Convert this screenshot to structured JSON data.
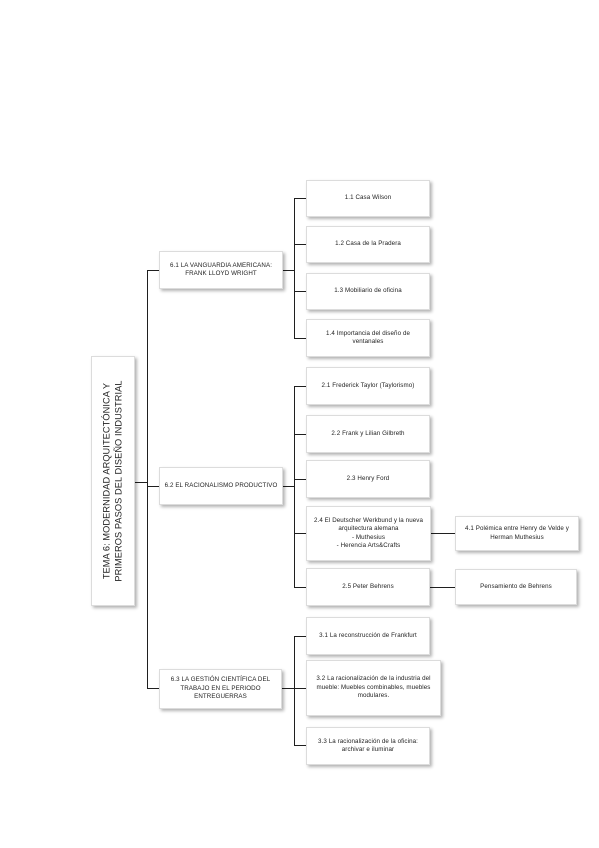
{
  "root": {
    "title": "TEMA 6: MODERNIDAD ARQUITECTÓNICA Y PRIMEROS PASOS DEL DISEÑO INDUSTRIAL"
  },
  "sections": [
    {
      "label": "6.1 LA VANGUARDIA AMERICANA: FRANK LLOYD WRIGHT",
      "items": [
        {
          "label": "1.1 Casa Wilson"
        },
        {
          "label": "1.2 Casa de la Pradera"
        },
        {
          "label": "1.3 Mobiliario de oficina"
        },
        {
          "label": "1.4 Importancia del diseño de ventanales"
        }
      ]
    },
    {
      "label": "6.2 EL RACIONALISMO PRODUCTIVO",
      "items": [
        {
          "label": "2.1 Frederick Taylor (Taylorismo)"
        },
        {
          "label": "2.2 Frank y Lilian Gilbreth"
        },
        {
          "label": "2.3 Henry Ford"
        },
        {
          "label": "2.4 El Deutscher Werkbund y la nueva arquitectura alemana",
          "sublines": [
            "- Muthesius",
            "- Herencia Arts&Crafts"
          ],
          "child": "4.1 Polémica entre Henry de Velde y Herman Muthesius"
        },
        {
          "label": "2.5 Peter Behrens",
          "child": "Pensamiento de Behrens"
        }
      ]
    },
    {
      "label": "6.3 LA GESTIÓN CIENTÍFICA DEL TRABAJO EN EL PERIODO ENTREGUERRAS",
      "items": [
        {
          "label": "3.1 La reconstrucción de Frankfurt"
        },
        {
          "label": "3.2 La racionalización de la industria del mueble: Muebles combinables, muebles modulares."
        },
        {
          "label": "3.3 La racionalización de la oficina: archivar e iluminar"
        }
      ]
    }
  ]
}
